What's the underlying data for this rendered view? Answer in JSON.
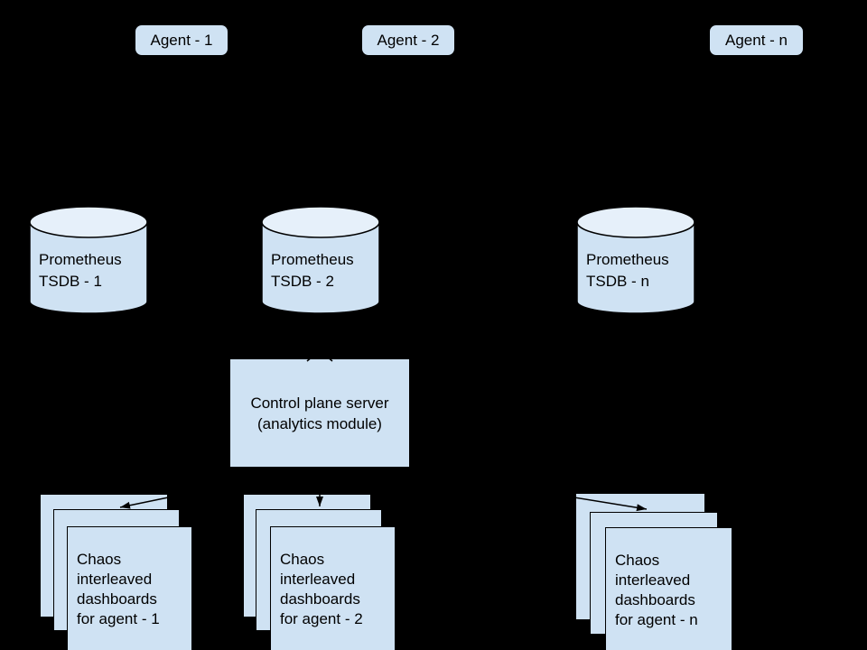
{
  "colors": {
    "background": "#000000",
    "node_fill": "#cfe2f3",
    "cylinder_top_fill": "#e6f0fa",
    "stroke": "#000000",
    "text": "#000000"
  },
  "agents": [
    {
      "label": "Agent - 1"
    },
    {
      "label": "Agent - 2"
    },
    {
      "label": "Agent - n"
    }
  ],
  "tsdbs": [
    {
      "line1": "Prometheus",
      "line2": "TSDB - 1"
    },
    {
      "line1": "Prometheus",
      "line2": "TSDB - 2"
    },
    {
      "line1": "Prometheus",
      "line2": "TSDB - n"
    }
  ],
  "control_plane": {
    "line1": "Control plane server",
    "line2": "(analytics module)"
  },
  "dashboards": [
    {
      "lines": [
        "Chaos",
        "interleaved",
        "dashboards",
        "for agent - 1"
      ]
    },
    {
      "lines": [
        "Chaos",
        "interleaved",
        "dashboards",
        "for agent - 2"
      ]
    },
    {
      "lines": [
        "Chaos",
        "interleaved",
        "dashboards",
        "for agent - n"
      ]
    }
  ],
  "arrows": [
    {
      "name": "tsdb2-to-control-plane",
      "from": "Prometheus TSDB - 2",
      "to": "Control plane server (analytics module)"
    },
    {
      "name": "control-plane-to-dashboards-1",
      "from": "Control plane server",
      "to": "Chaos interleaved dashboards for agent - 1"
    },
    {
      "name": "control-plane-to-dashboards-2",
      "from": "Control plane server",
      "to": "Chaos interleaved dashboards for agent - 2"
    },
    {
      "name": "control-plane-to-dashboards-n",
      "from": "Control plane server",
      "to": "Chaos interleaved dashboards for agent - n"
    }
  ]
}
